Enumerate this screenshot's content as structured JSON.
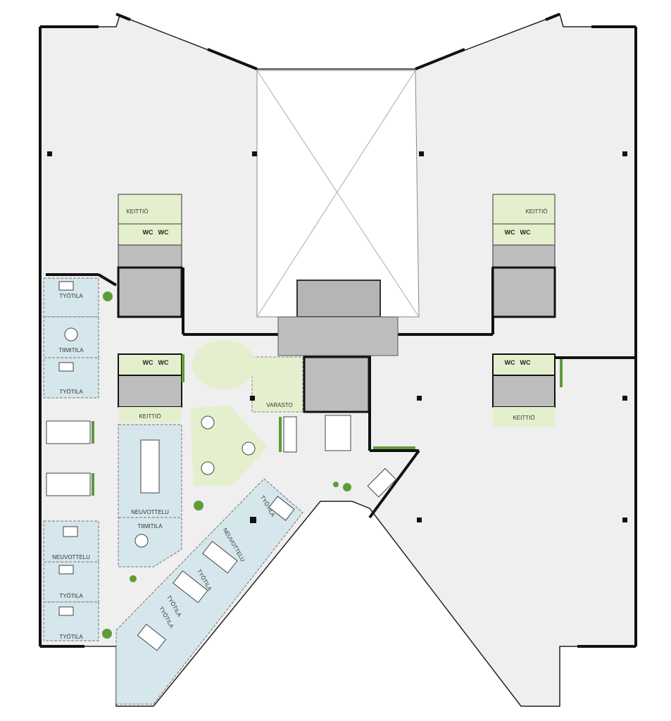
{
  "colors": {
    "floor": "#efefef",
    "meeting": "#d5e6ec",
    "green": "#e4f0cd",
    "core": "#bdbdbd",
    "wall": "#111111",
    "atrium": "#ffffff"
  },
  "labels": {
    "kitchen": "KEITTIÖ",
    "wc": "WC",
    "workspace": "TYÖTILA",
    "team_room": "TIIMITILA",
    "meeting": "NEUVOTTELU",
    "storage": "VARASTO"
  }
}
